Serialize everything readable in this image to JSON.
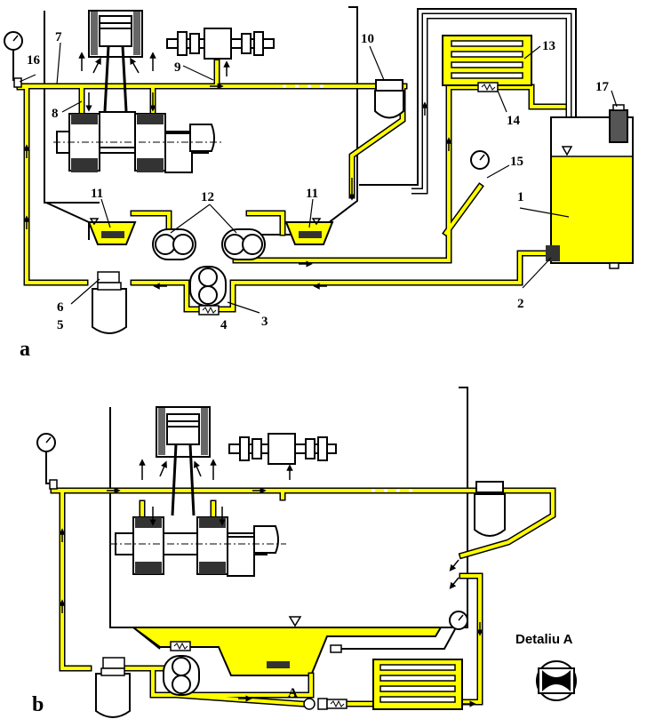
{
  "colors": {
    "oil": "#ffff00",
    "outline": "#000000",
    "background": "#ffffff"
  },
  "diagram_a": {
    "letter": "a",
    "labels": {
      "n1": "1",
      "n2": "2",
      "n3": "3",
      "n4": "4",
      "n5": "5",
      "n6": "6",
      "n7": "7",
      "n8": "8",
      "n9": "9",
      "n10": "10",
      "n11a": "11",
      "n11b": "11",
      "n12": "12",
      "n13": "13",
      "n14": "14",
      "n15": "15",
      "n16": "16",
      "n17": "17"
    }
  },
  "diagram_b": {
    "letter": "b",
    "label_A": "A",
    "detail_title": "Detaliu A"
  },
  "icons": [
    "pressure-gauge-icon",
    "oil-filter-icon",
    "gear-pump-icon",
    "relief-valve-icon",
    "oil-cooler-icon",
    "crankshaft-icon",
    "piston-icon",
    "camshaft-icon",
    "oil-tank-icon",
    "breather-icon",
    "level-mark-icon",
    "nozzle-detail-icon"
  ]
}
